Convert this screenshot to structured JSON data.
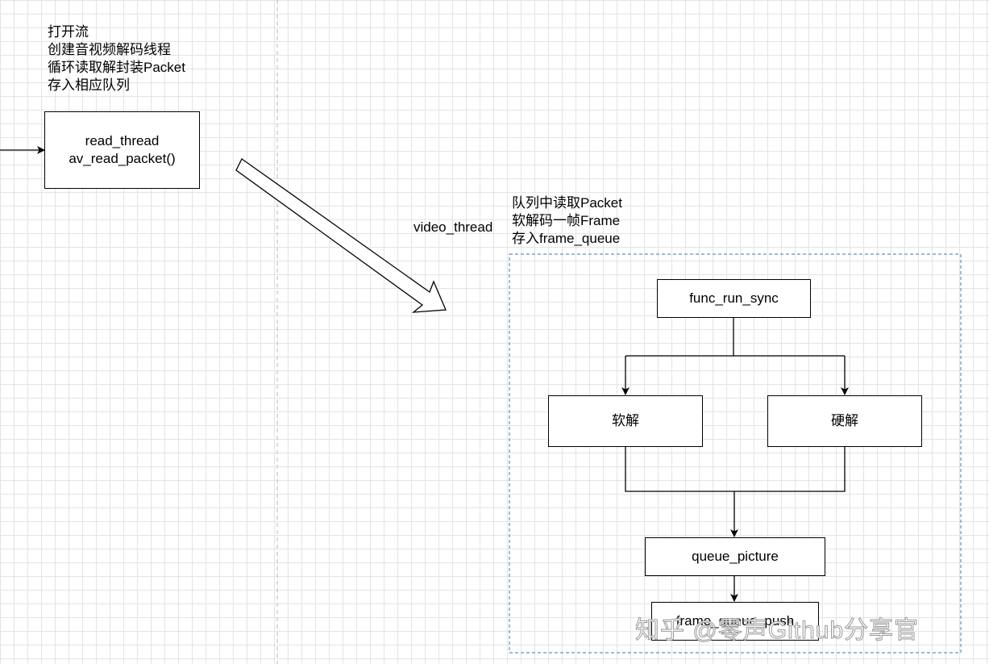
{
  "read_note": [
    "打开流",
    "创建音视频解码线程",
    "循环读取解封装Packet",
    "存入相应队列"
  ],
  "read_box": {
    "line1": "read_thread",
    "line2": "av_read_packet()"
  },
  "video_thread_label": "video_thread",
  "video_note": [
    "队列中读取Packet",
    "软解码一帧Frame",
    "存入frame_queue"
  ],
  "nodes": {
    "func_run_sync": "func_run_sync",
    "soft_decode": "软解",
    "hard_decode": "硬解",
    "queue_picture": "queue_picture",
    "frame_queue_push": "frame_queue_push"
  },
  "watermark": "知乎 @零声Github分享官",
  "colors": {
    "group_border": "#6c8ebf",
    "grid": "#e4e4e4",
    "stroke": "#000000"
  }
}
